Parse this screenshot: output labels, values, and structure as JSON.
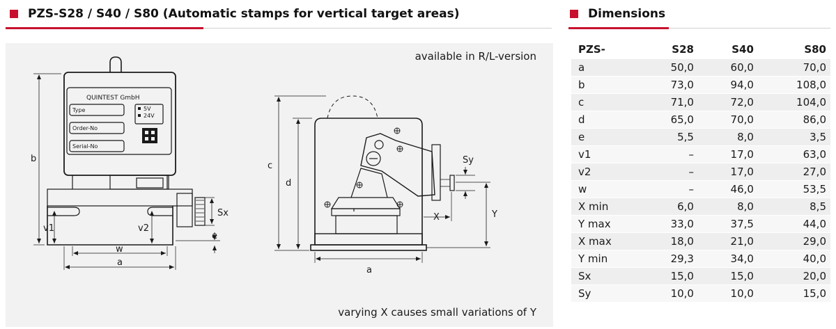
{
  "left_header": {
    "title": "PZS-S28 / S40 / S80  (Automatic stamps for vertical target areas)"
  },
  "right_header": {
    "title": "Dimensions"
  },
  "drawing": {
    "note_top": "available in R/L-version",
    "note_bottom": "varying X causes small variations of Y",
    "plate": {
      "maker": "QUINTEST GmbH",
      "field_type": "Type",
      "field_order": "Order-No",
      "field_serial": "Serial-No",
      "voltage_1": "5V",
      "voltage_2": "24V"
    },
    "labels": {
      "b": "b",
      "v1": "v1",
      "v2": "v2",
      "w": "w",
      "a": "a",
      "sx": "Sx",
      "e": "e",
      "c": "c",
      "d": "d",
      "a2": "a",
      "sy": "Sy",
      "x": "X",
      "y": "Y"
    }
  },
  "dimensions": {
    "headers": [
      "PZS-",
      "S28",
      "S40",
      "S80"
    ],
    "rows": [
      [
        "a",
        "50,0",
        "60,0",
        "70,0"
      ],
      [
        "b",
        "73,0",
        "94,0",
        "108,0"
      ],
      [
        "c",
        "71,0",
        "72,0",
        "104,0"
      ],
      [
        "d",
        "65,0",
        "70,0",
        "86,0"
      ],
      [
        "e",
        "5,5",
        "8,0",
        "3,5"
      ],
      [
        "v1",
        "–",
        "17,0",
        "63,0"
      ],
      [
        "v2",
        "–",
        "17,0",
        "27,0"
      ],
      [
        "w",
        "–",
        "46,0",
        "53,5"
      ],
      [
        "X min",
        "6,0",
        "8,0",
        "8,5"
      ],
      [
        "Y max",
        "33,0",
        "37,5",
        "44,0"
      ],
      [
        "X max",
        "18,0",
        "21,0",
        "29,0"
      ],
      [
        "Y min",
        "29,3",
        "34,0",
        "40,0"
      ],
      [
        "Sx",
        "15,0",
        "15,0",
        "20,0"
      ],
      [
        "Sy",
        "10,0",
        "10,0",
        "15,0"
      ]
    ]
  },
  "colors": {
    "accent": "#c8102e",
    "panel": "#f2f2f2",
    "row_odd": "#eeeeee",
    "row_even": "#f7f7f7"
  }
}
